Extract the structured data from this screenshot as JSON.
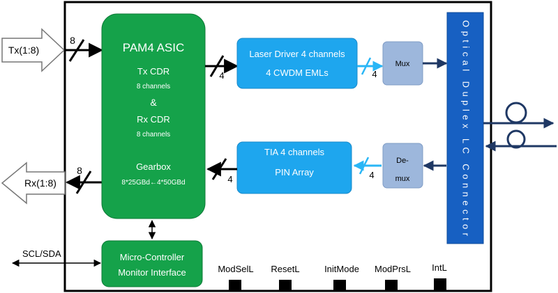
{
  "asic": {
    "title": "PAM4 ASIC",
    "tx_cdr": "Tx CDR",
    "tx_channels": "8 channels",
    "ampersand": "&",
    "rx_cdr": "Rx CDR",
    "rx_channels": "8 channels",
    "gearbox": "Gearbox",
    "gearbox_rate": "8*25GBd←4*50GBd"
  },
  "laser_driver": {
    "line1": "Laser Driver 4 channels",
    "line2": "4 CWDM EMLs"
  },
  "tia": {
    "line1": "TIA 4 channels",
    "line2": "PIN Array"
  },
  "mux": {
    "label": "Mux"
  },
  "demux": {
    "line1": "De-",
    "line2": "mux"
  },
  "connector": {
    "label": "Optical Duplex LC Connector"
  },
  "micro_controller": {
    "line1": "Micro-Controller",
    "line2": "Monitor Interface"
  },
  "ports": {
    "tx": "Tx(1:8)",
    "rx": "Rx(1:8)",
    "scl_sda": "SCL/SDA"
  },
  "bus_widths": {
    "tx_in": "8",
    "rx_out": "8",
    "asic_to_laser": "4",
    "laser_to_mux": "4",
    "tia_to_asic": "4",
    "demux_to_tia": "4"
  },
  "pins": [
    "ModSelL",
    "ResetL",
    "InitMode",
    "ModPrsL",
    "IntL"
  ],
  "colors": {
    "asic_green": "#15a24a",
    "box_blue": "#1ea6ee",
    "mux_gray": "#9db7dc",
    "connector_blue": "#1760c2",
    "navy": "#1f3864",
    "cyan_arrow": "#29b6f6"
  }
}
